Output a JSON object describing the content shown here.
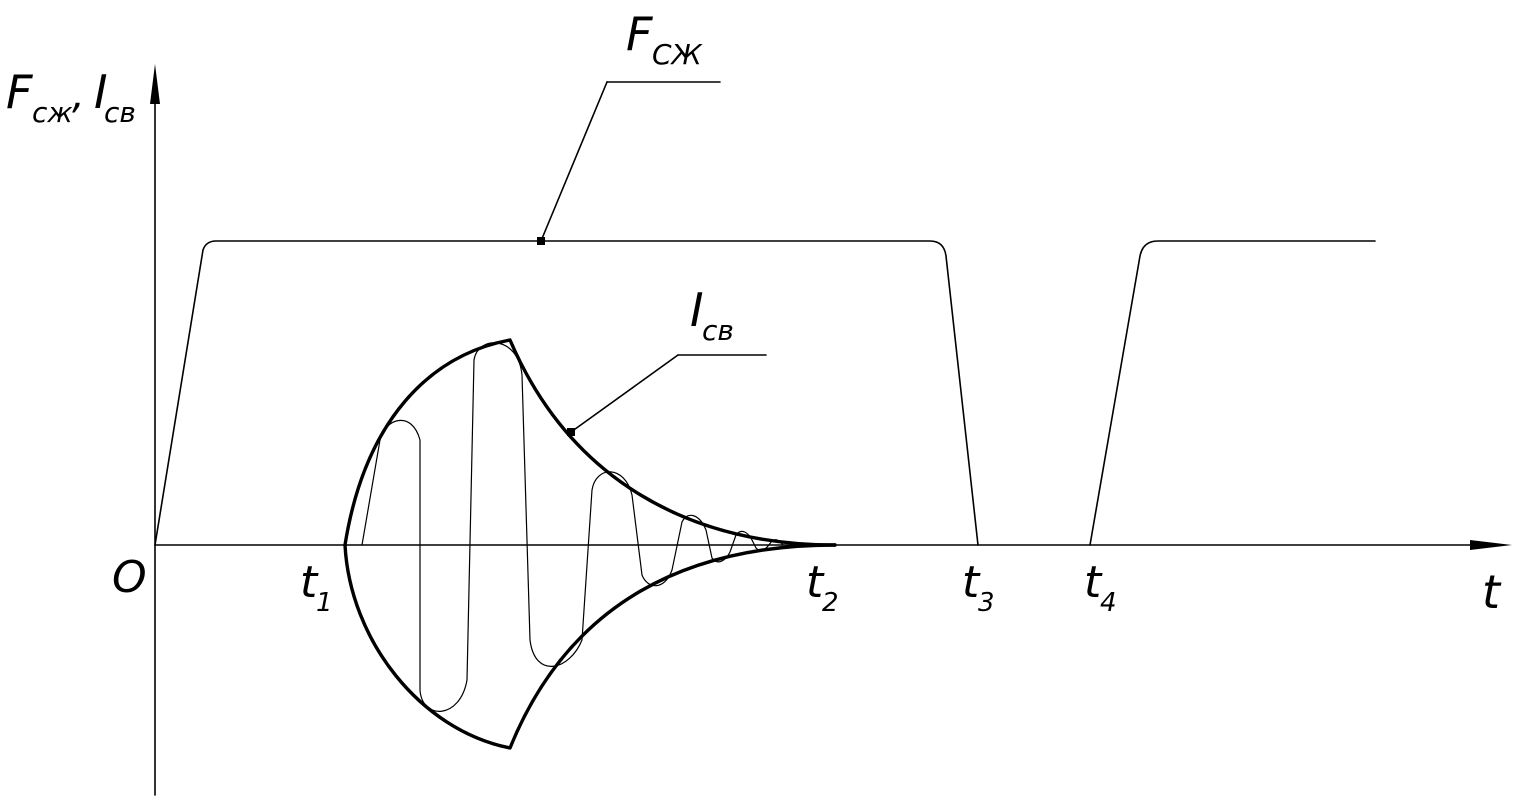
{
  "axes": {
    "y_label_main_1": "F",
    "y_label_sub_1": "сж",
    "y_label_sep": ",",
    "y_label_main_2": "I",
    "y_label_sub_2": "св",
    "x_label": "t",
    "origin_label": "O"
  },
  "ticks": [
    {
      "main": "t",
      "sub": "1"
    },
    {
      "main": "t",
      "sub": "2"
    },
    {
      "main": "t",
      "sub": "3"
    },
    {
      "main": "t",
      "sub": "4"
    }
  ],
  "callouts": {
    "force": {
      "main": "F",
      "sub": "СЖ"
    },
    "current": {
      "main": "I",
      "sub": "св"
    }
  },
  "colors": {
    "stroke": "#000000",
    "background": "#ffffff"
  }
}
